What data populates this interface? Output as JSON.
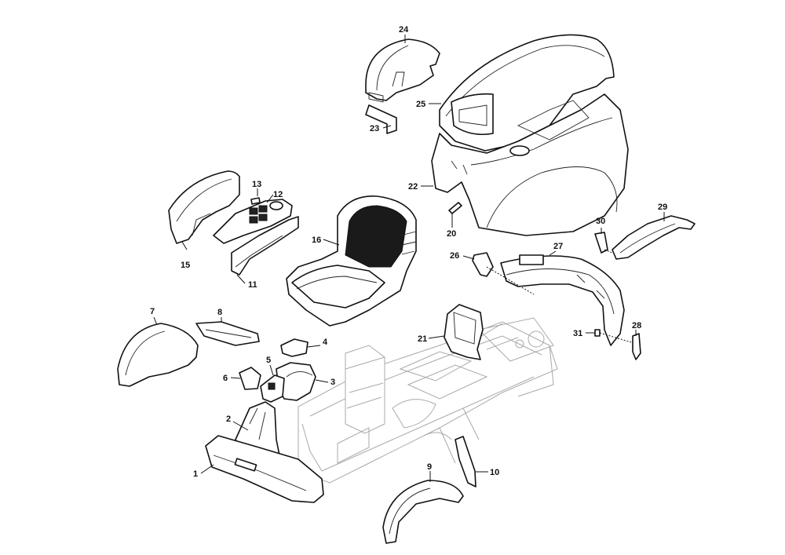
{
  "labels": {
    "p1": "1",
    "p2": "2",
    "p3": "3",
    "p4": "4",
    "p5": "5",
    "p6": "6",
    "p7": "7",
    "p8": "8",
    "p9": "9",
    "p10": "10",
    "p11": "11",
    "p12": "12",
    "p13": "13",
    "p15": "15",
    "p16": "16",
    "p20": "20",
    "p21": "21",
    "p22": "22",
    "p23": "23",
    "p24": "24",
    "p25": "25",
    "p26": "26",
    "p27": "27",
    "p28": "28",
    "p29": "29",
    "p30": "30",
    "p31": "31"
  }
}
